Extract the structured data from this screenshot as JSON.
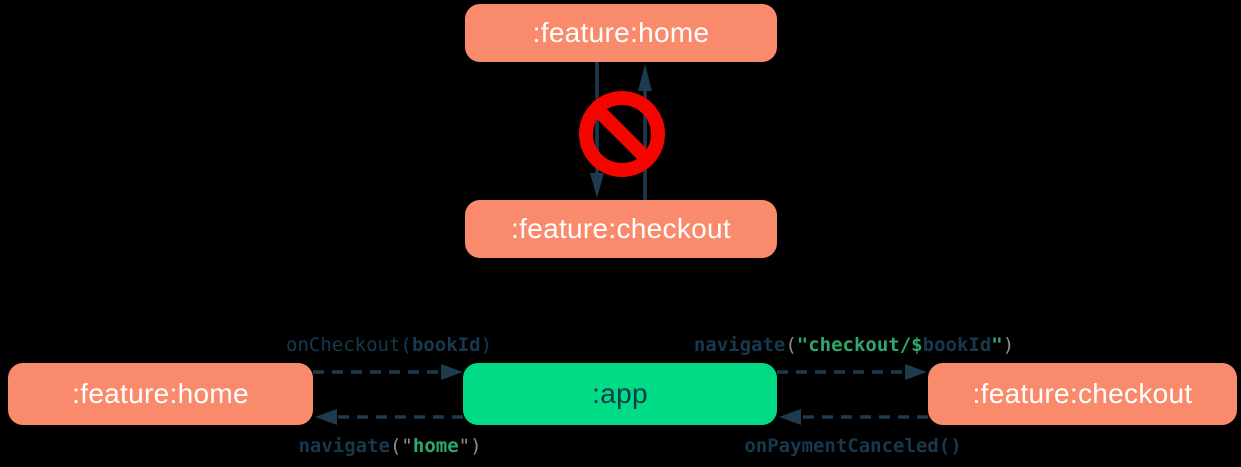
{
  "colors": {
    "background": "#000000",
    "module_box": "#FA8A6C",
    "app_box": "#00DC85",
    "box_text_light": "#FFFFFF",
    "box_text_dark": "#17384D",
    "arrow": "#1D3A4F",
    "code_navy": "#17384D",
    "code_green": "#2FA86B",
    "code_gray": "#8E8E8E",
    "forbidden_red": "#F50500"
  },
  "top_diagram": {
    "home_box": {
      "label": ":feature:home"
    },
    "checkout_box": {
      "label": ":feature:checkout"
    },
    "forbidden_icon": "no-entry-icon",
    "meaning": "direct dependency between feature modules is forbidden"
  },
  "bottom_diagram": {
    "home_box": {
      "label": ":feature:home"
    },
    "app_box": {
      "label": ":app"
    },
    "checkout_box": {
      "label": ":feature:checkout"
    },
    "edges": {
      "home_to_app": {
        "tokens": [
          {
            "t": "onCheckout(",
            "c": "navy"
          },
          {
            "t": "bookId",
            "c": "navy-b"
          },
          {
            "t": ")",
            "c": "navy"
          }
        ]
      },
      "app_to_checkout": {
        "tokens": [
          {
            "t": "navigate",
            "c": "navy-b"
          },
          {
            "t": "(",
            "c": "gray"
          },
          {
            "t": "\"checkout/$",
            "c": "green-b"
          },
          {
            "t": "bookId",
            "c": "navy-b"
          },
          {
            "t": "\"",
            "c": "green-b"
          },
          {
            "t": ")",
            "c": "gray"
          }
        ]
      },
      "app_to_home": {
        "tokens": [
          {
            "t": "navigate",
            "c": "navy-b"
          },
          {
            "t": "(\"",
            "c": "gray"
          },
          {
            "t": "home",
            "c": "green-b"
          },
          {
            "t": "\")",
            "c": "gray"
          }
        ]
      },
      "checkout_to_app": {
        "tokens": [
          {
            "t": "onPaymentCanceled()",
            "c": "navy-b"
          }
        ]
      }
    }
  }
}
